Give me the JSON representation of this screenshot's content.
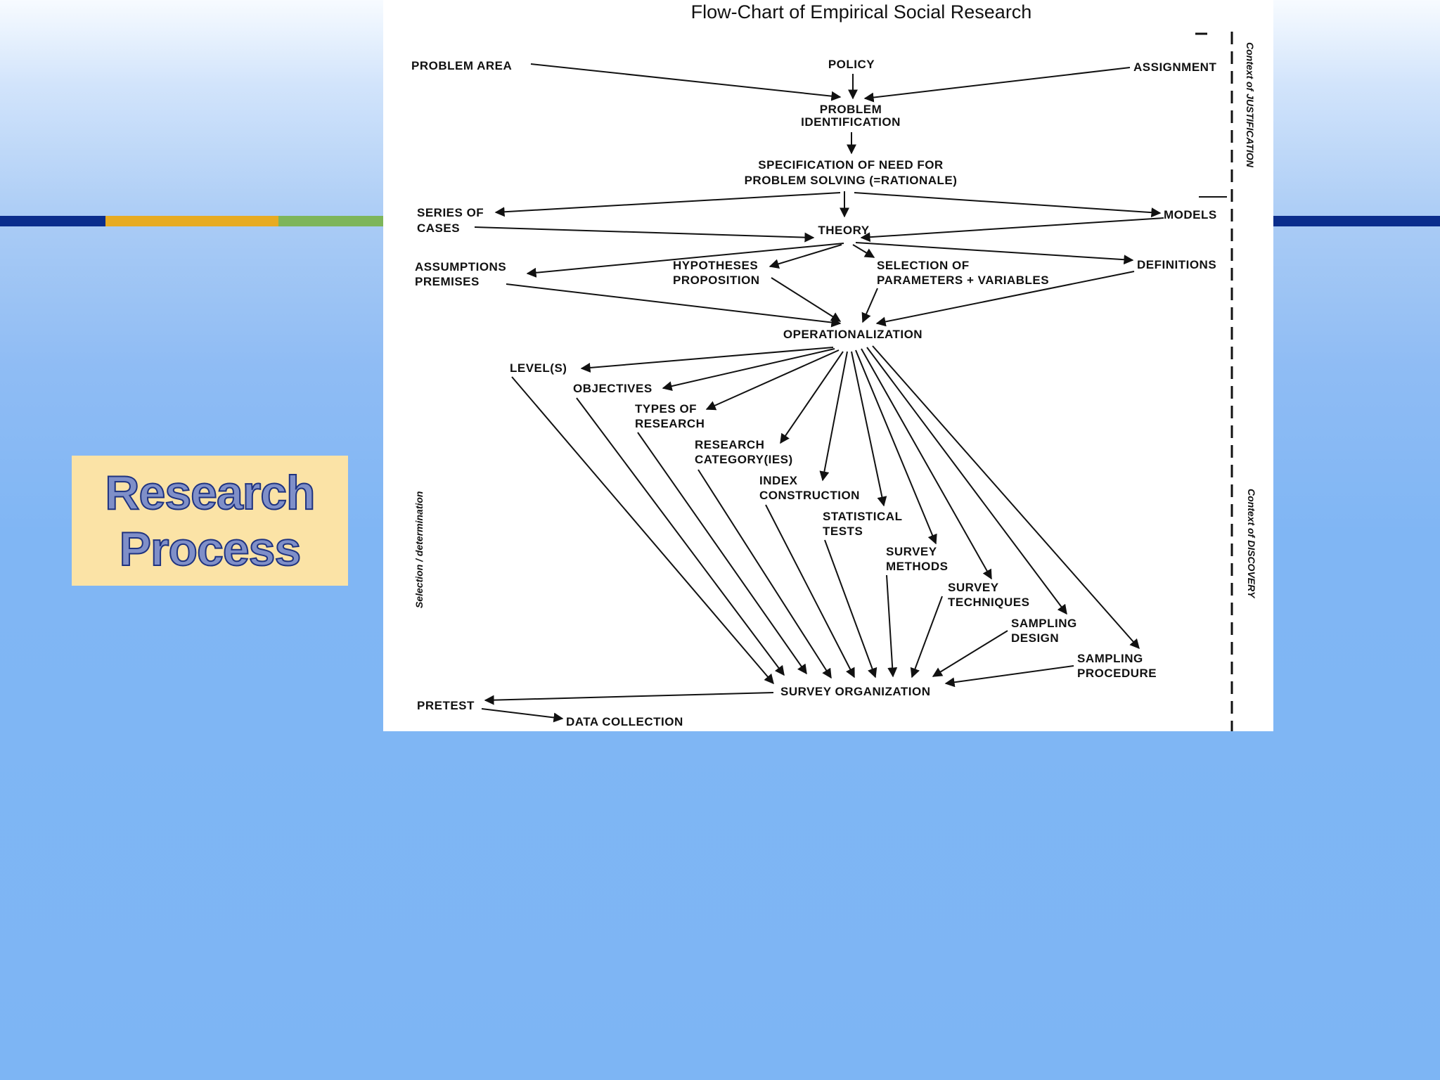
{
  "slide": {
    "title_lines": [
      "Research",
      "Process"
    ],
    "band_colors": [
      "#0a2d8c",
      "#e7ab22",
      "#7db55a",
      "#0a2d8c"
    ]
  },
  "flowchart": {
    "title": "Flow-Chart of Empirical Social Research",
    "nodes": {
      "problem_area": "PROBLEM AREA",
      "policy": "POLICY",
      "assignment": "ASSIGNMENT",
      "problem_identification": [
        "PROBLEM",
        "IDENTIFICATION"
      ],
      "specification": [
        "SPECIFICATION OF NEED FOR",
        "PROBLEM SOLVING (=RATIONALE)"
      ],
      "series_of_cases": [
        "SERIES OF",
        "CASES"
      ],
      "theory": "THEORY",
      "models": "MODELS",
      "assumptions": [
        "ASSUMPTIONS",
        "PREMISES"
      ],
      "hypotheses": [
        "HYPOTHESES",
        "PROPOSITION"
      ],
      "selection": [
        "SELECTION OF",
        "PARAMETERS + VARIABLES"
      ],
      "definitions": "DEFINITIONS",
      "operationalization": "OPERATIONALIZATION",
      "levels": "LEVEL(S)",
      "objectives": "OBJECTIVES",
      "types_of_research": [
        "TYPES OF",
        "RESEARCH"
      ],
      "research_category": [
        "RESEARCH",
        "CATEGORY(IES)"
      ],
      "index_construction": [
        "INDEX",
        "CONSTRUCTION"
      ],
      "statistical_tests": [
        "STATISTICAL",
        "TESTS"
      ],
      "survey_methods": [
        "SURVEY",
        "METHODS"
      ],
      "survey_techniques": [
        "SURVEY",
        "TECHNIQUES"
      ],
      "sampling_design": [
        "SAMPLING",
        "DESIGN"
      ],
      "sampling_procedure": [
        "SAMPLING",
        "PROCEDURE"
      ],
      "survey_organization": "SURVEY ORGANIZATION",
      "pretest": "PRETEST",
      "data_collection": "DATA COLLECTION"
    },
    "side_labels": {
      "justification": "Context of JUSTIFICATION",
      "discovery": "Context of DISCOVERY",
      "selection": "Selection / determination"
    }
  }
}
